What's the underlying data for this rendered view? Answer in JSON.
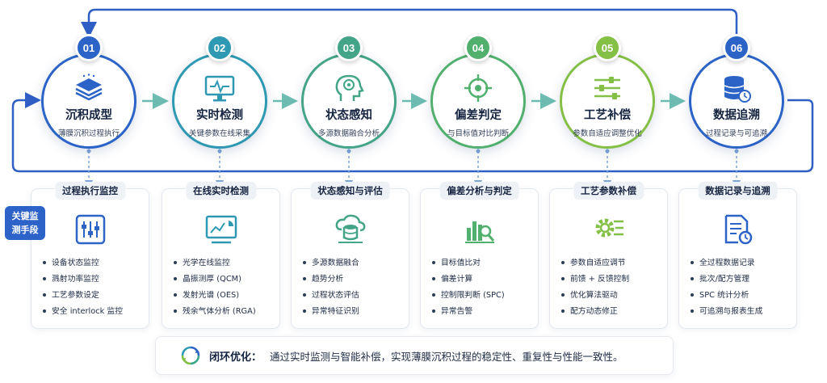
{
  "colors": {
    "stage1": "#2b63c7",
    "stage2": "#2f99b4",
    "stage3": "#43a487",
    "stage4": "#52b06e",
    "stage5": "#84bf46",
    "stage6": "#2b63c7",
    "loop": "#2f5fc4",
    "arrow": "#6cbcb2",
    "dashed": "#7fa4d8"
  },
  "stages": [
    {
      "num": "01",
      "title": "沉积成型",
      "subtitle": "薄膜沉积过程执行",
      "icon": "layers-icon"
    },
    {
      "num": "02",
      "title": "实时检测",
      "subtitle": "关键参数在线采集",
      "icon": "monitor-pulse-icon"
    },
    {
      "num": "03",
      "title": "状态感知",
      "subtitle": "多源数据融合分析",
      "icon": "ai-head-icon"
    },
    {
      "num": "04",
      "title": "偏差判定",
      "subtitle": "与目标值对比判断",
      "icon": "target-icon"
    },
    {
      "num": "05",
      "title": "工艺补偿",
      "subtitle": "参数自适应调整优化",
      "icon": "sliders-icon"
    },
    {
      "num": "06",
      "title": "数据追溯",
      "subtitle": "过程记录与可追溯",
      "icon": "database-clock-icon"
    }
  ],
  "side_label": {
    "line1": "关键监",
    "line2": "测手段"
  },
  "cards": [
    {
      "title": "过程执行监控",
      "icon": "control-panel-icon",
      "items": [
        "设备状态监控",
        "溅射功率监控",
        "工艺参数设定",
        "安全 interlock 监控"
      ]
    },
    {
      "title": "在线实时检测",
      "icon": "dashboard-chart-icon",
      "items": [
        "光学在线监控",
        "晶振测厚 (QCM)",
        "发射光谱 (OES)",
        "残余气体分析 (RGA)"
      ]
    },
    {
      "title": "状态感知与评估",
      "icon": "cloud-database-icon",
      "items": [
        "多源数据融合",
        "趋势分析",
        "过程状态评估",
        "异常特征识别"
      ]
    },
    {
      "title": "偏差分析与判定",
      "icon": "bar-chart-search-icon",
      "items": [
        "目标值比对",
        "偏差计算",
        "控制限判断 (SPC)",
        "异常告警"
      ]
    },
    {
      "title": "工艺参数补偿",
      "icon": "gear-settings-icon",
      "items": [
        "参数自适应调节",
        "前馈 + 反馈控制",
        "优化算法驱动",
        "配方动态修正"
      ]
    },
    {
      "title": "数据记录与追溯",
      "icon": "document-clock-icon",
      "items": [
        "全过程数据记录",
        "批次/配方管理",
        "SPC 统计分析",
        "可追溯与报表生成"
      ]
    }
  ],
  "footer": {
    "label": "闭环优化：",
    "text": "通过实时监测与智能补偿，实现薄膜沉积过程的稳定性、重复性与性能一致性。",
    "icon": "cycle-icon"
  }
}
